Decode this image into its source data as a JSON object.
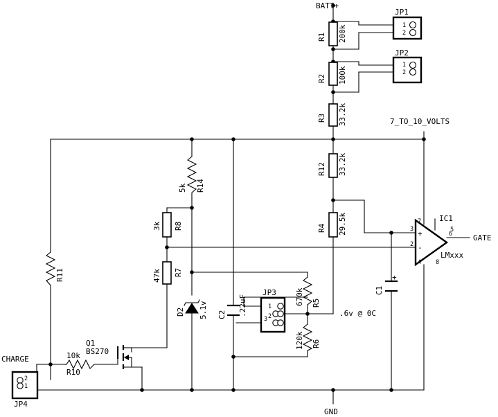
{
  "nets": {
    "batt": "BATT+",
    "supply": "7_TO_10_VOLTS",
    "gate": "GATE",
    "gnd": "GND",
    "charge": "CHARGE",
    "reference": ".6v @ 0C"
  },
  "resistors": {
    "r1": {
      "name": "R1",
      "value": "200k"
    },
    "r2": {
      "name": "R2",
      "value": "100k"
    },
    "r3": {
      "name": "R3",
      "value": "33.2k"
    },
    "r12": {
      "name": "R12",
      "value": "33.2k"
    },
    "r4": {
      "name": "R4",
      "value": "29.5k"
    },
    "r14": {
      "name": "R14",
      "value": "5k"
    },
    "r8": {
      "name": "R8",
      "value": "3k"
    },
    "r7": {
      "name": "R7",
      "value": "47k"
    },
    "r11": {
      "name": "R11",
      "value": ""
    },
    "r5": {
      "name": "R5",
      "value": "670k"
    },
    "r6": {
      "name": "R6",
      "value": "120k"
    },
    "r10": {
      "name": "R10",
      "value": "10k"
    }
  },
  "capacitors": {
    "c1": {
      "name": "C1",
      "plus": "+"
    },
    "c2": {
      "name": "C2",
      "value": ".22uF"
    }
  },
  "diode": {
    "name": "D2",
    "value": "5.1v"
  },
  "transistor": {
    "name": "Q1",
    "value": "BS270"
  },
  "opamp": {
    "name": "IC1",
    "value": "LMxxx",
    "plus": "+",
    "minus": "-",
    "pins": {
      "p7": "7",
      "p3": "3",
      "p2": "2",
      "p4": "4",
      "p6": "6",
      "p5": "5",
      "p8": "8"
    }
  },
  "headers": {
    "jp1": {
      "name": "JP1",
      "p1": "1",
      "p2": "2"
    },
    "jp2": {
      "name": "JP2",
      "p1": "1",
      "p2": "2"
    },
    "jp3": {
      "name": "JP3",
      "p1": "1",
      "p2": "2",
      "p3": "3"
    },
    "jp4": {
      "name": "JP4",
      "p1": "1",
      "p2": "2"
    }
  }
}
